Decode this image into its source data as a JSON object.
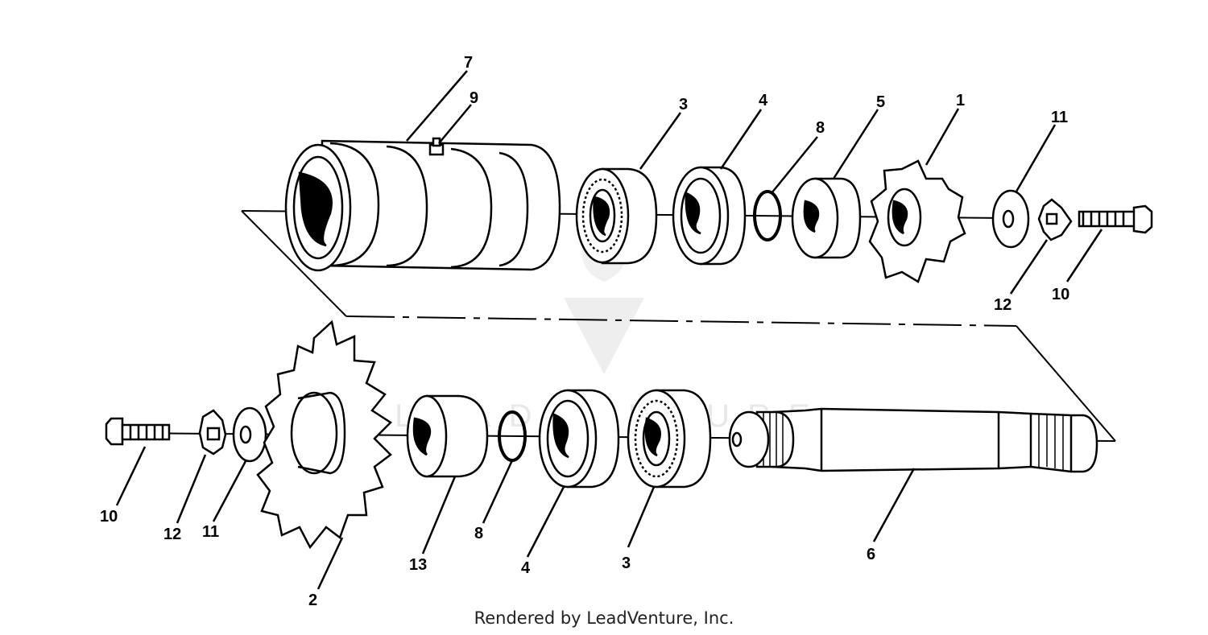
{
  "footer": {
    "text": "Rendered by LeadVenture, Inc."
  },
  "watermark": {
    "text": "LEADVENTURE"
  },
  "callouts": {
    "top": {
      "housing": "7",
      "grease_fitting": "9",
      "bearing": "3",
      "bearing_cup": "4",
      "o_ring": "8",
      "spacer": "5",
      "sprocket_small": "1",
      "washer": "11",
      "lock_washer": "12",
      "bolt": "10"
    },
    "bottom": {
      "bolt": "10",
      "lock_washer": "12",
      "washer": "11",
      "sprocket_large": "2",
      "spacer": "13",
      "o_ring": "8",
      "bearing_cup": "4",
      "bearing": "3",
      "shaft": "6"
    }
  }
}
